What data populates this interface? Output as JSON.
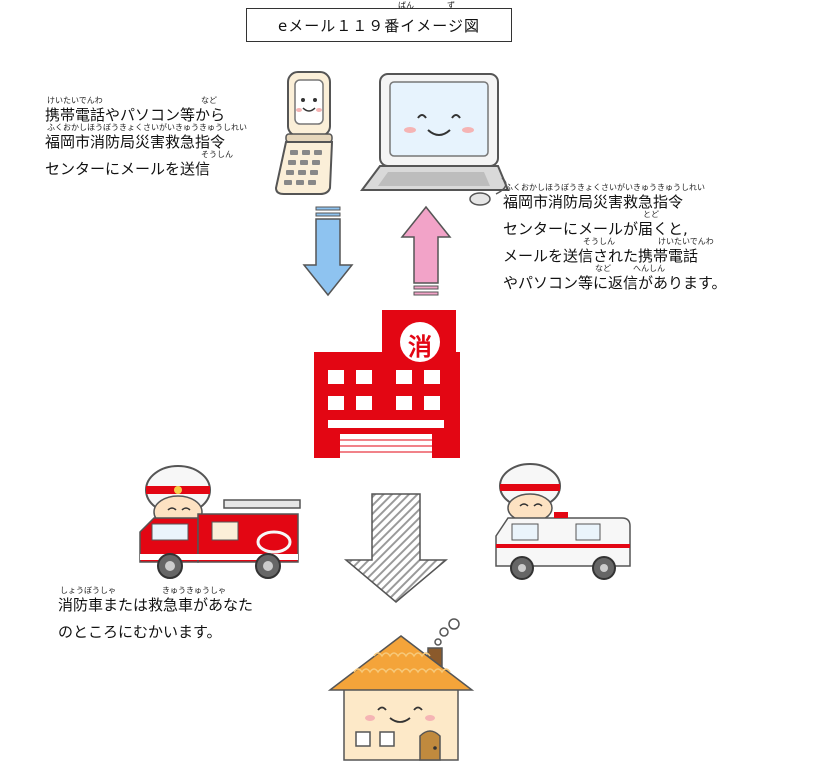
{
  "title": "eメール１１９番イメージ図",
  "title_ruby": [
    "ばん",
    "ず"
  ],
  "step1": {
    "lines": [
      "携帯電話やパソコン等から",
      "福岡市消防局災害救急指令",
      "センターにメールを送信"
    ],
    "ruby": [
      "けいたいでんわ",
      "など",
      "ふくおかしほうぼうきょくさいがいきゅうきゅうしれい",
      "そうしん"
    ]
  },
  "step2": {
    "lines": [
      "福岡市消防局災害救急指令",
      "センターにメールが届くと,",
      "メールを送信された携帯電話",
      "やパソコン等に返信があります。"
    ],
    "ruby": [
      "ふくおかしほうぼうきょくさいがいきゅうきゅうしれい",
      "とど",
      "そうしん",
      "けいたいでんわ",
      "など",
      "へんしん"
    ]
  },
  "step3": {
    "lines": [
      "消防車または救急車があなた",
      "のところにむかいます。"
    ],
    "ruby": [
      "しょうぼうしゃ",
      "きゅうきゅうしゃ"
    ]
  },
  "fire_station_sign": "消",
  "colors": {
    "arrow_down_blue": "#8ec3f0",
    "arrow_up_pink": "#f2a3c8",
    "fire_red": "#e30613",
    "house_orange": "#f4a43a",
    "house_wall": "#fde9c8"
  },
  "icons": [
    "mobile-phone-icon",
    "laptop-icon",
    "fire-station-icon",
    "fire-truck-icon",
    "ambulance-icon",
    "house-icon"
  ]
}
